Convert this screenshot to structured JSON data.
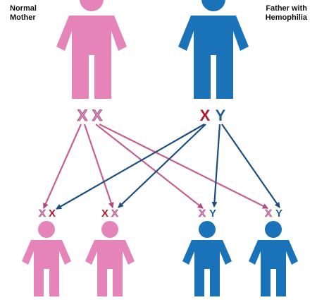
{
  "labels": {
    "mother_line1": "Normal",
    "mother_line2": "Mother",
    "father_line1": "Father with",
    "father_line2": "Hemophilia"
  },
  "chromosomes": {
    "mother": [
      "X",
      "X"
    ],
    "father": [
      "X",
      "Y"
    ],
    "child1": [
      "X",
      "X"
    ],
    "child2": [
      "X",
      "X"
    ],
    "child3": [
      "X",
      "Y"
    ],
    "child4": [
      "X",
      "Y"
    ]
  },
  "colors": {
    "pink_figure": "#e484b8",
    "blue_figure": "#1a72b8",
    "normal_x": "#d686b8",
    "affected_x": "#b0182e",
    "y_chromosome": "#1f5f95",
    "pink_arrow": "#c65f92",
    "blue_arrow": "#1d4f7e"
  }
}
